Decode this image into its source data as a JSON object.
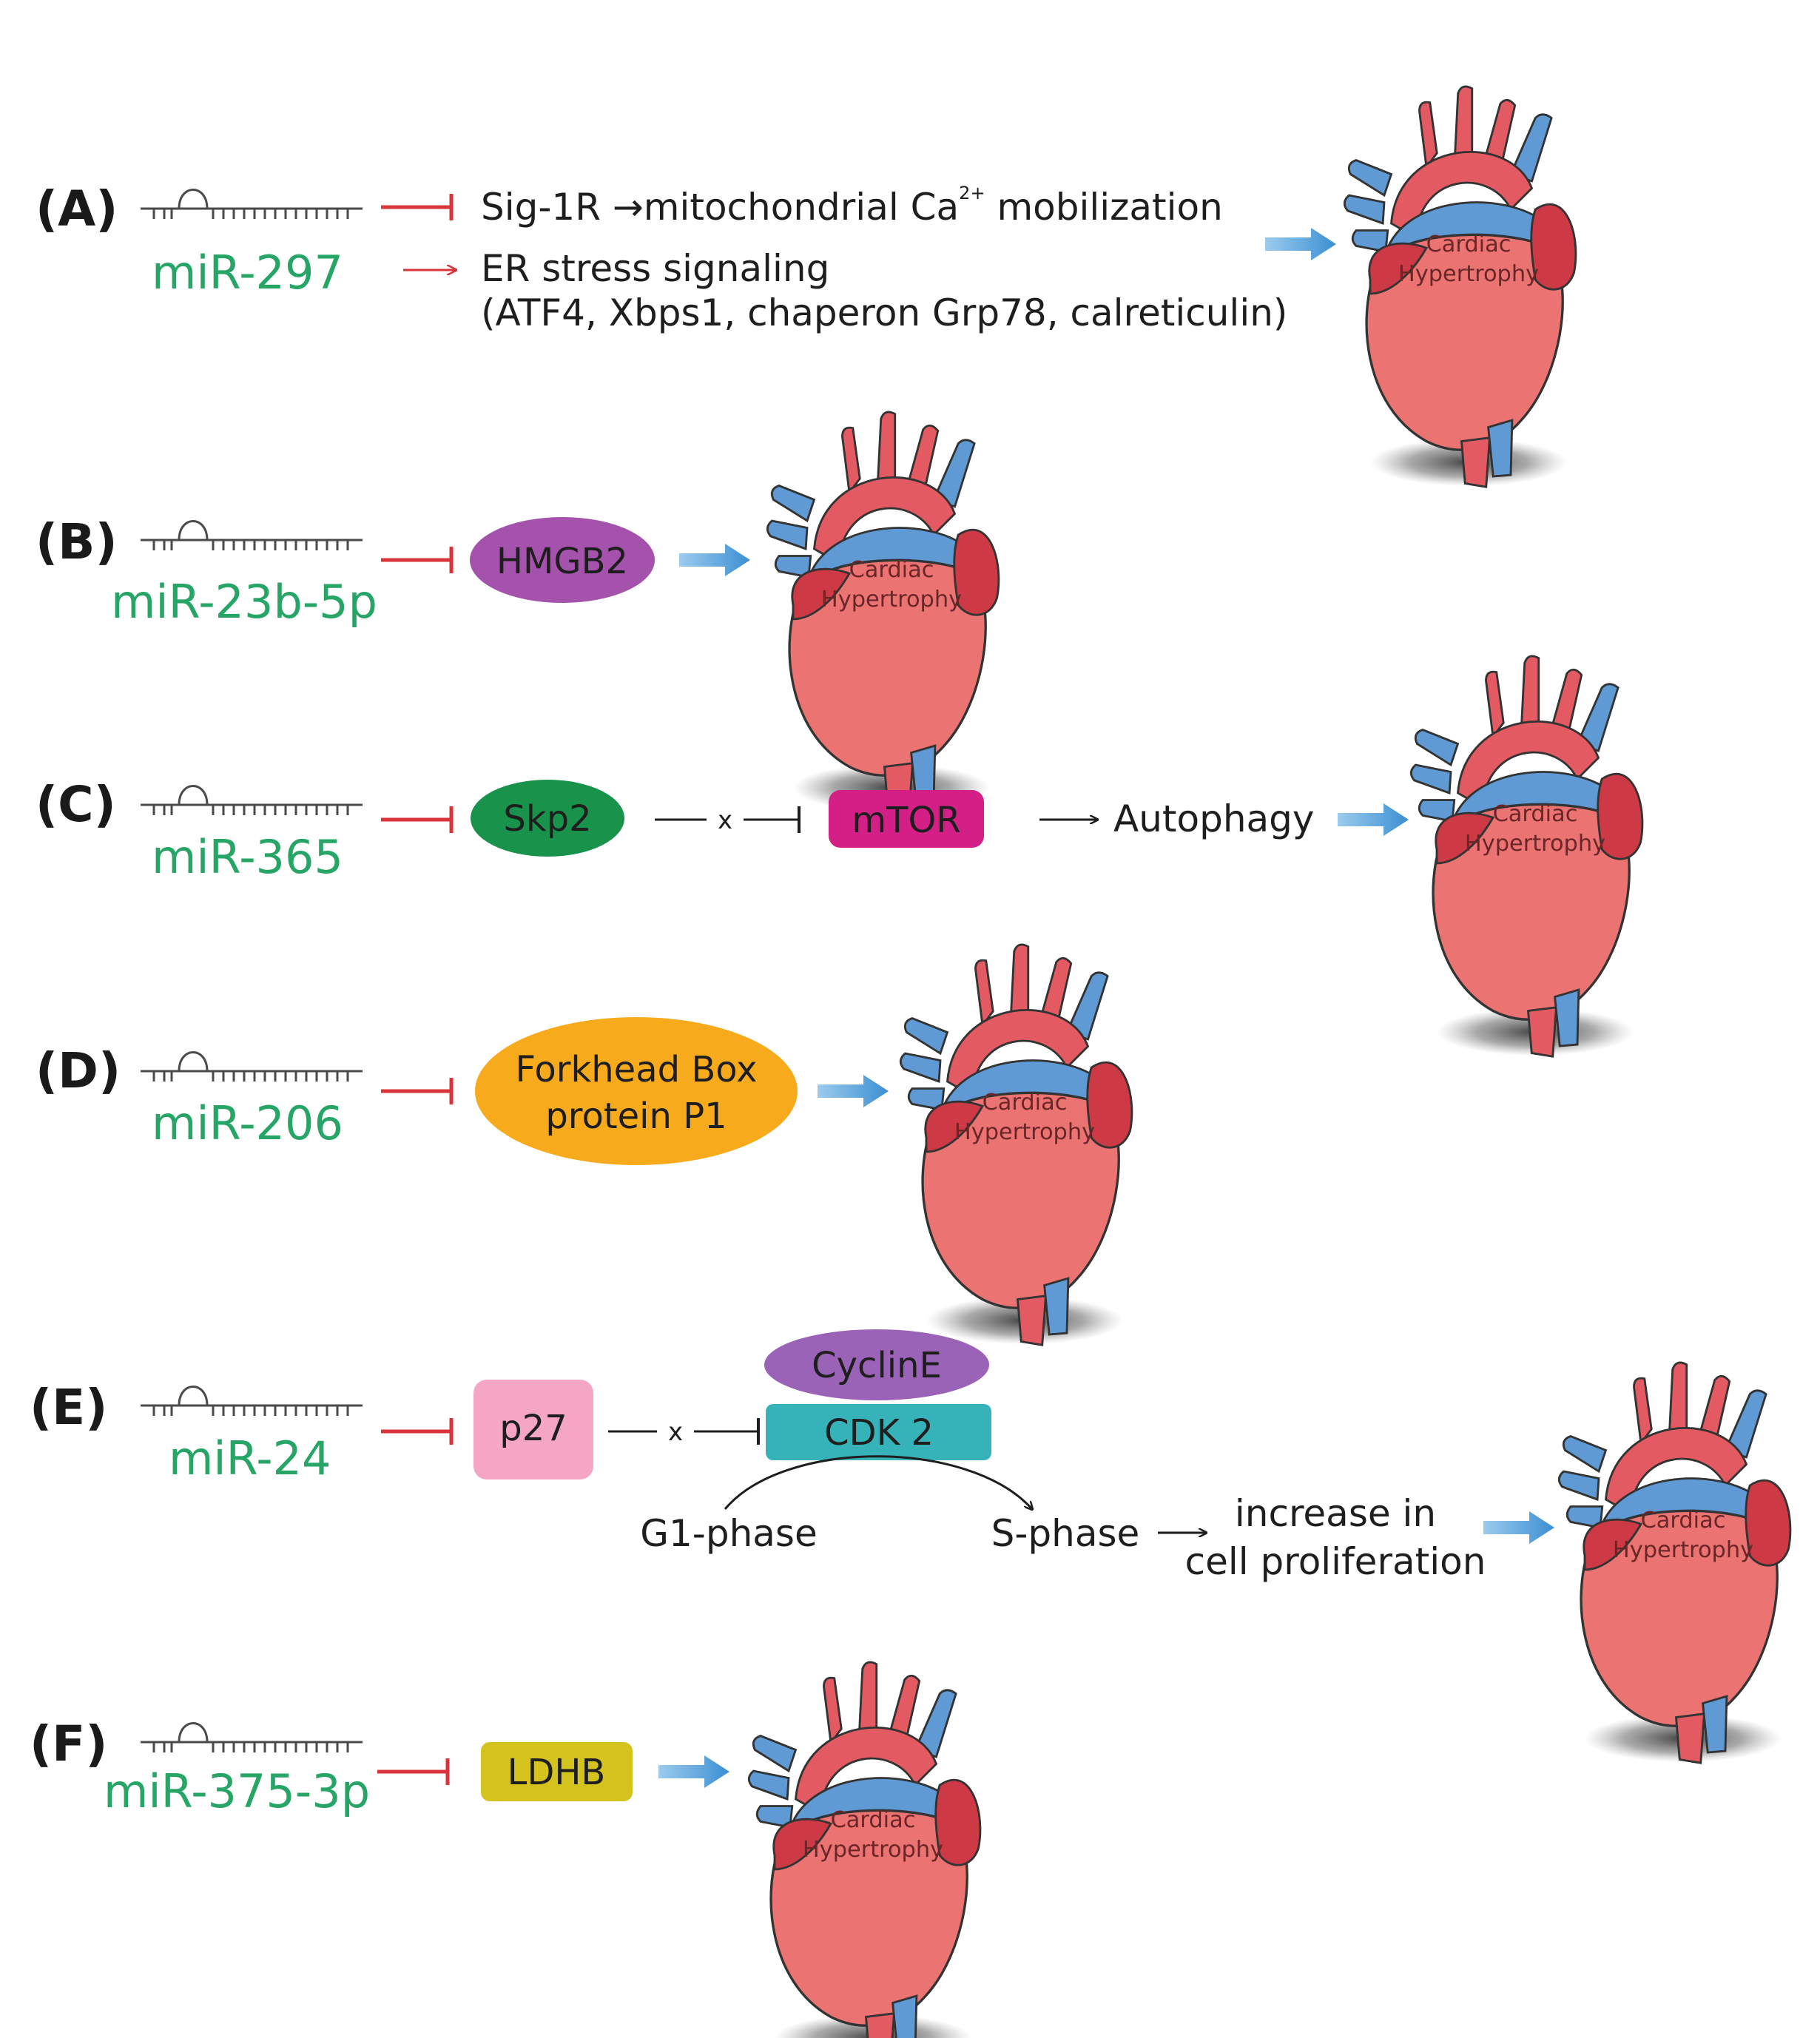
{
  "heart_label": [
    "Cardiac",
    "Hypertrophy"
  ],
  "panels": [
    {
      "id": "A",
      "label": "(A)",
      "mirna": "miR-297",
      "line1_prefix": "Sig-1R →mitochondrial Ca",
      "line1_sup": "2+",
      "line1_suffix": " mobilization",
      "line2": "ER stress signaling",
      "line3": "(ATF4, Xbps1, chaperon Grp78, calreticulin)"
    },
    {
      "id": "B",
      "label": "(B)",
      "mirna": "miR-23b-5p",
      "target": "HMGB2"
    },
    {
      "id": "C",
      "label": "(C)",
      "mirna": "miR-365",
      "target": "Skp2",
      "node2": "mTOR",
      "outcome": "Autophagy",
      "blocked_mark": "x"
    },
    {
      "id": "D",
      "label": "(D)",
      "mirna": "miR-206",
      "target": [
        "Forkhead Box",
        "protein P1"
      ]
    },
    {
      "id": "E",
      "label": "(E)",
      "mirna": "miR-24",
      "target": "p27",
      "complex_top": "CyclinE",
      "complex_bottom": "CDK 2",
      "phase_from": "G1-phase",
      "phase_to": "S-phase",
      "outcome": [
        "increase in",
        "cell proliferation"
      ],
      "blocked_mark": "x"
    },
    {
      "id": "F",
      "label": "(F)",
      "mirna": "miR-375-3p",
      "target": "LDHB"
    }
  ],
  "colors": {
    "mirna_text": "#27a566",
    "inhibit_red": "#d9343a",
    "arrow_blue": "#4a9fd8",
    "hmgb2": "#a552ad",
    "skp2": "#19924b",
    "mtor": "#d31f86",
    "foxp1": "#f6aa1c",
    "p27": "#f4a6c4",
    "cycline": "#9b63b8",
    "cdk2": "#35b3b8",
    "ldhb": "#d3c31c",
    "heart_body": "#eb7372",
    "heart_vessel_blue": "#5f9ad5",
    "heart_vessel_red": "#e35a63",
    "heart_atrium": "#cd3a46"
  }
}
